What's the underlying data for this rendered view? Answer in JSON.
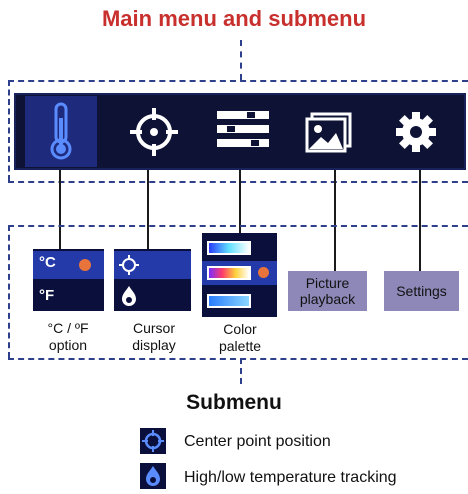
{
  "title": "Main menu and submenu",
  "submenu_title": "Submenu",
  "main_menu": [
    {
      "icon": "thermometer-icon",
      "selected": true
    },
    {
      "icon": "crosshair-icon",
      "selected": false
    },
    {
      "icon": "color-palette-icon",
      "selected": false
    },
    {
      "icon": "picture-icon",
      "selected": false
    },
    {
      "icon": "gear-icon",
      "selected": false
    }
  ],
  "submenus": {
    "unit_thumb": {
      "celsius": "°C",
      "fahrenheit": "°F"
    },
    "unit_caption": [
      "°C / ºF",
      "option"
    ],
    "cursor_caption": [
      "Cursor",
      "display"
    ],
    "palette_caption": [
      "Color",
      "palette"
    ],
    "picture_button": [
      "Picture",
      "playback"
    ],
    "settings_button": "Settings"
  },
  "legend": [
    {
      "icon": "crosshair-icon",
      "text": "Center point position"
    },
    {
      "icon": "flame-icon",
      "text": "High/low temperature tracking"
    }
  ],
  "colors": {
    "title": "#c8302e",
    "dashed": "#2e3f8c",
    "menubar": "#0e1336",
    "selected": "#1e2a7c",
    "icon": "#5a8cff",
    "button": "#8e88b8",
    "indicator": "#e8743b"
  }
}
